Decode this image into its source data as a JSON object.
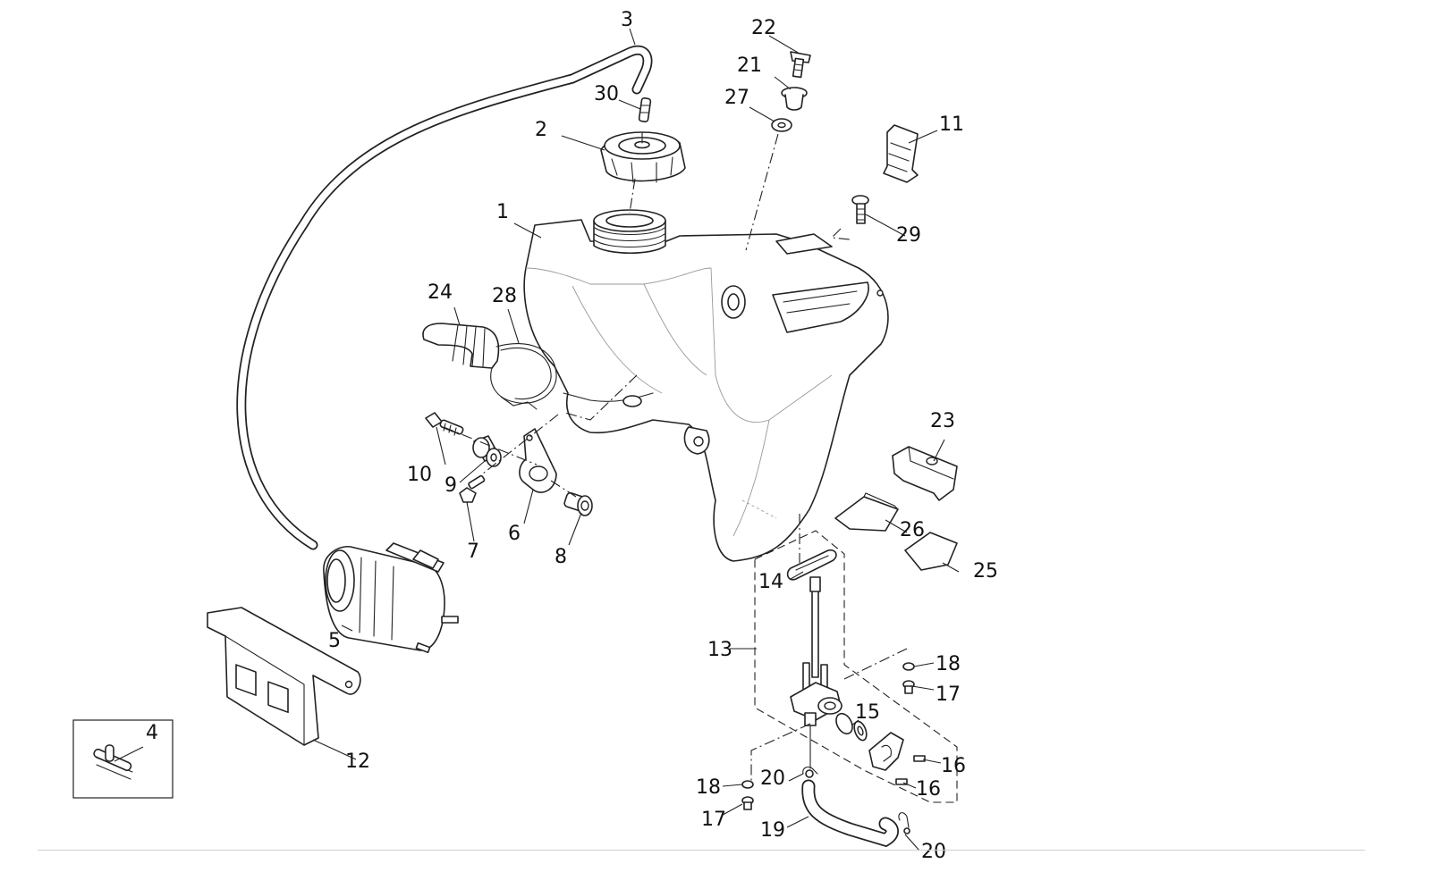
{
  "callouts": {
    "c1": "1",
    "c2": "2",
    "c3": "3",
    "c4": "4",
    "c5": "5",
    "c6": "6",
    "c7": "7",
    "c8": "8",
    "c9": "9",
    "c10": "10",
    "c11": "11",
    "c12": "12",
    "c13": "13",
    "c14": "14",
    "c15": "15",
    "c16a": "16",
    "c16b": "16",
    "c17a": "17",
    "c17b": "17",
    "c18a": "18",
    "c18b": "18",
    "c19": "19",
    "c20a": "20",
    "c20b": "20",
    "c21": "21",
    "c22": "22",
    "c23": "23",
    "c24": "24",
    "c25": "25",
    "c26": "26",
    "c27": "27",
    "c28": "28",
    "c29": "29",
    "c30": "30"
  }
}
